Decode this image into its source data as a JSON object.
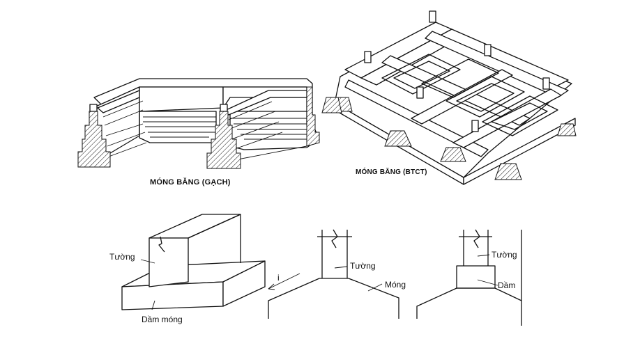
{
  "panels": {
    "brick_strip": {
      "caption": "MÓNG BĂNG (GẠCH)"
    },
    "rc_strip": {
      "caption": "MÓNG BĂNG (BTCT)"
    }
  },
  "sections": {
    "isometric": {
      "wall_label": "Tường",
      "beam_label": "Dầm móng"
    },
    "middle": {
      "wall_label": "Tường",
      "footing_label": "Móng",
      "slope_mark": "i"
    },
    "right": {
      "wall_label": "Tường",
      "beam_label": "Dầm"
    }
  }
}
